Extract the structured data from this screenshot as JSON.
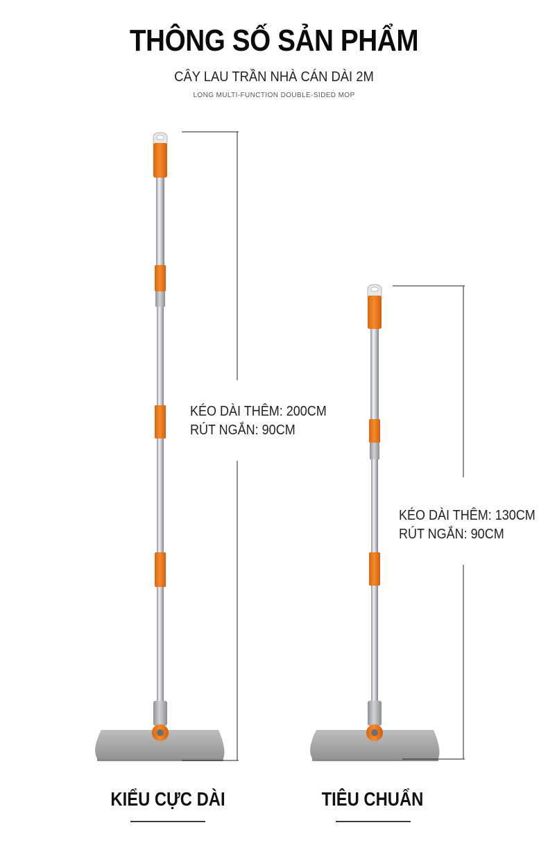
{
  "header": {
    "title": "THÔNG SỐ SẢN PHẨM",
    "subtitle": "CÂY LAU TRẦN NHÀ CÁN DÀI 2M",
    "caption": "LONG MULTI-FUNCTION DOUBLE-SIDED MOP"
  },
  "products": [
    {
      "name": "KIỂU CỰC DÀI",
      "spec_line1": "KÉO DÀI THÊM: 200CM",
      "spec_line2": "RÚT NGẮN: 90CM"
    },
    {
      "name": "TIÊU CHUẨN",
      "spec_line1": "KÉO DÀI THÊM: 130CM",
      "spec_line2": "RÚT NGẮN: 90CM"
    }
  ],
  "colors": {
    "accent_orange": "#f07d1f",
    "steel": "#c9ccd0",
    "cap_gray": "#a7a9ab",
    "pad_gray": "#a9a9a9",
    "text": "#111111"
  }
}
